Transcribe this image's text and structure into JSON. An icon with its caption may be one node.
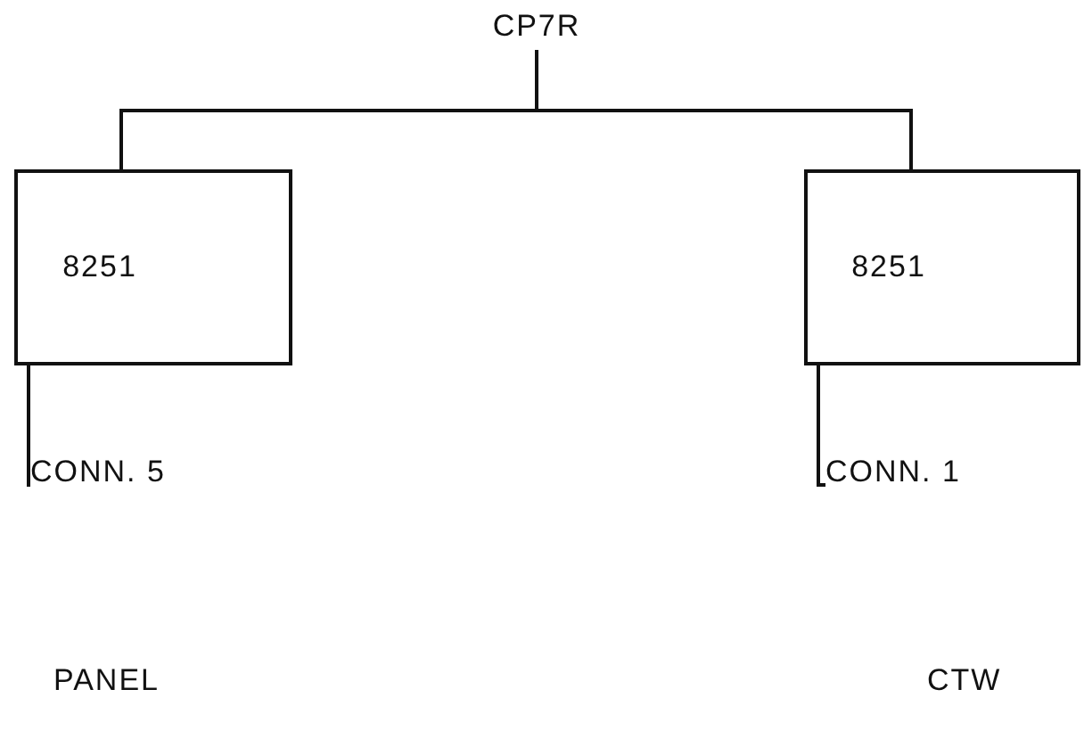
{
  "diagram": {
    "nodes": [
      {
        "text": [
          "CP7R"
        ]
      },
      {
        "text": [
          "8251"
        ]
      },
      {
        "text": [
          "8251"
        ]
      },
      {
        "text": [
          "CONN. 5"
        ]
      },
      {
        "text": [
          "CONN. 1"
        ]
      }
    ],
    "edges": [
      {
        "from": 0,
        "to": 1,
        "arrow": "none"
      },
      {
        "from": 0,
        "to": 2,
        "arrow": "none"
      },
      {
        "from": 1,
        "to": 3,
        "arrow": "none"
      },
      {
        "from": 2,
        "to": 4,
        "arrow": "none"
      }
    ],
    "labels": [
      "PANEL",
      "CTW"
    ]
  }
}
